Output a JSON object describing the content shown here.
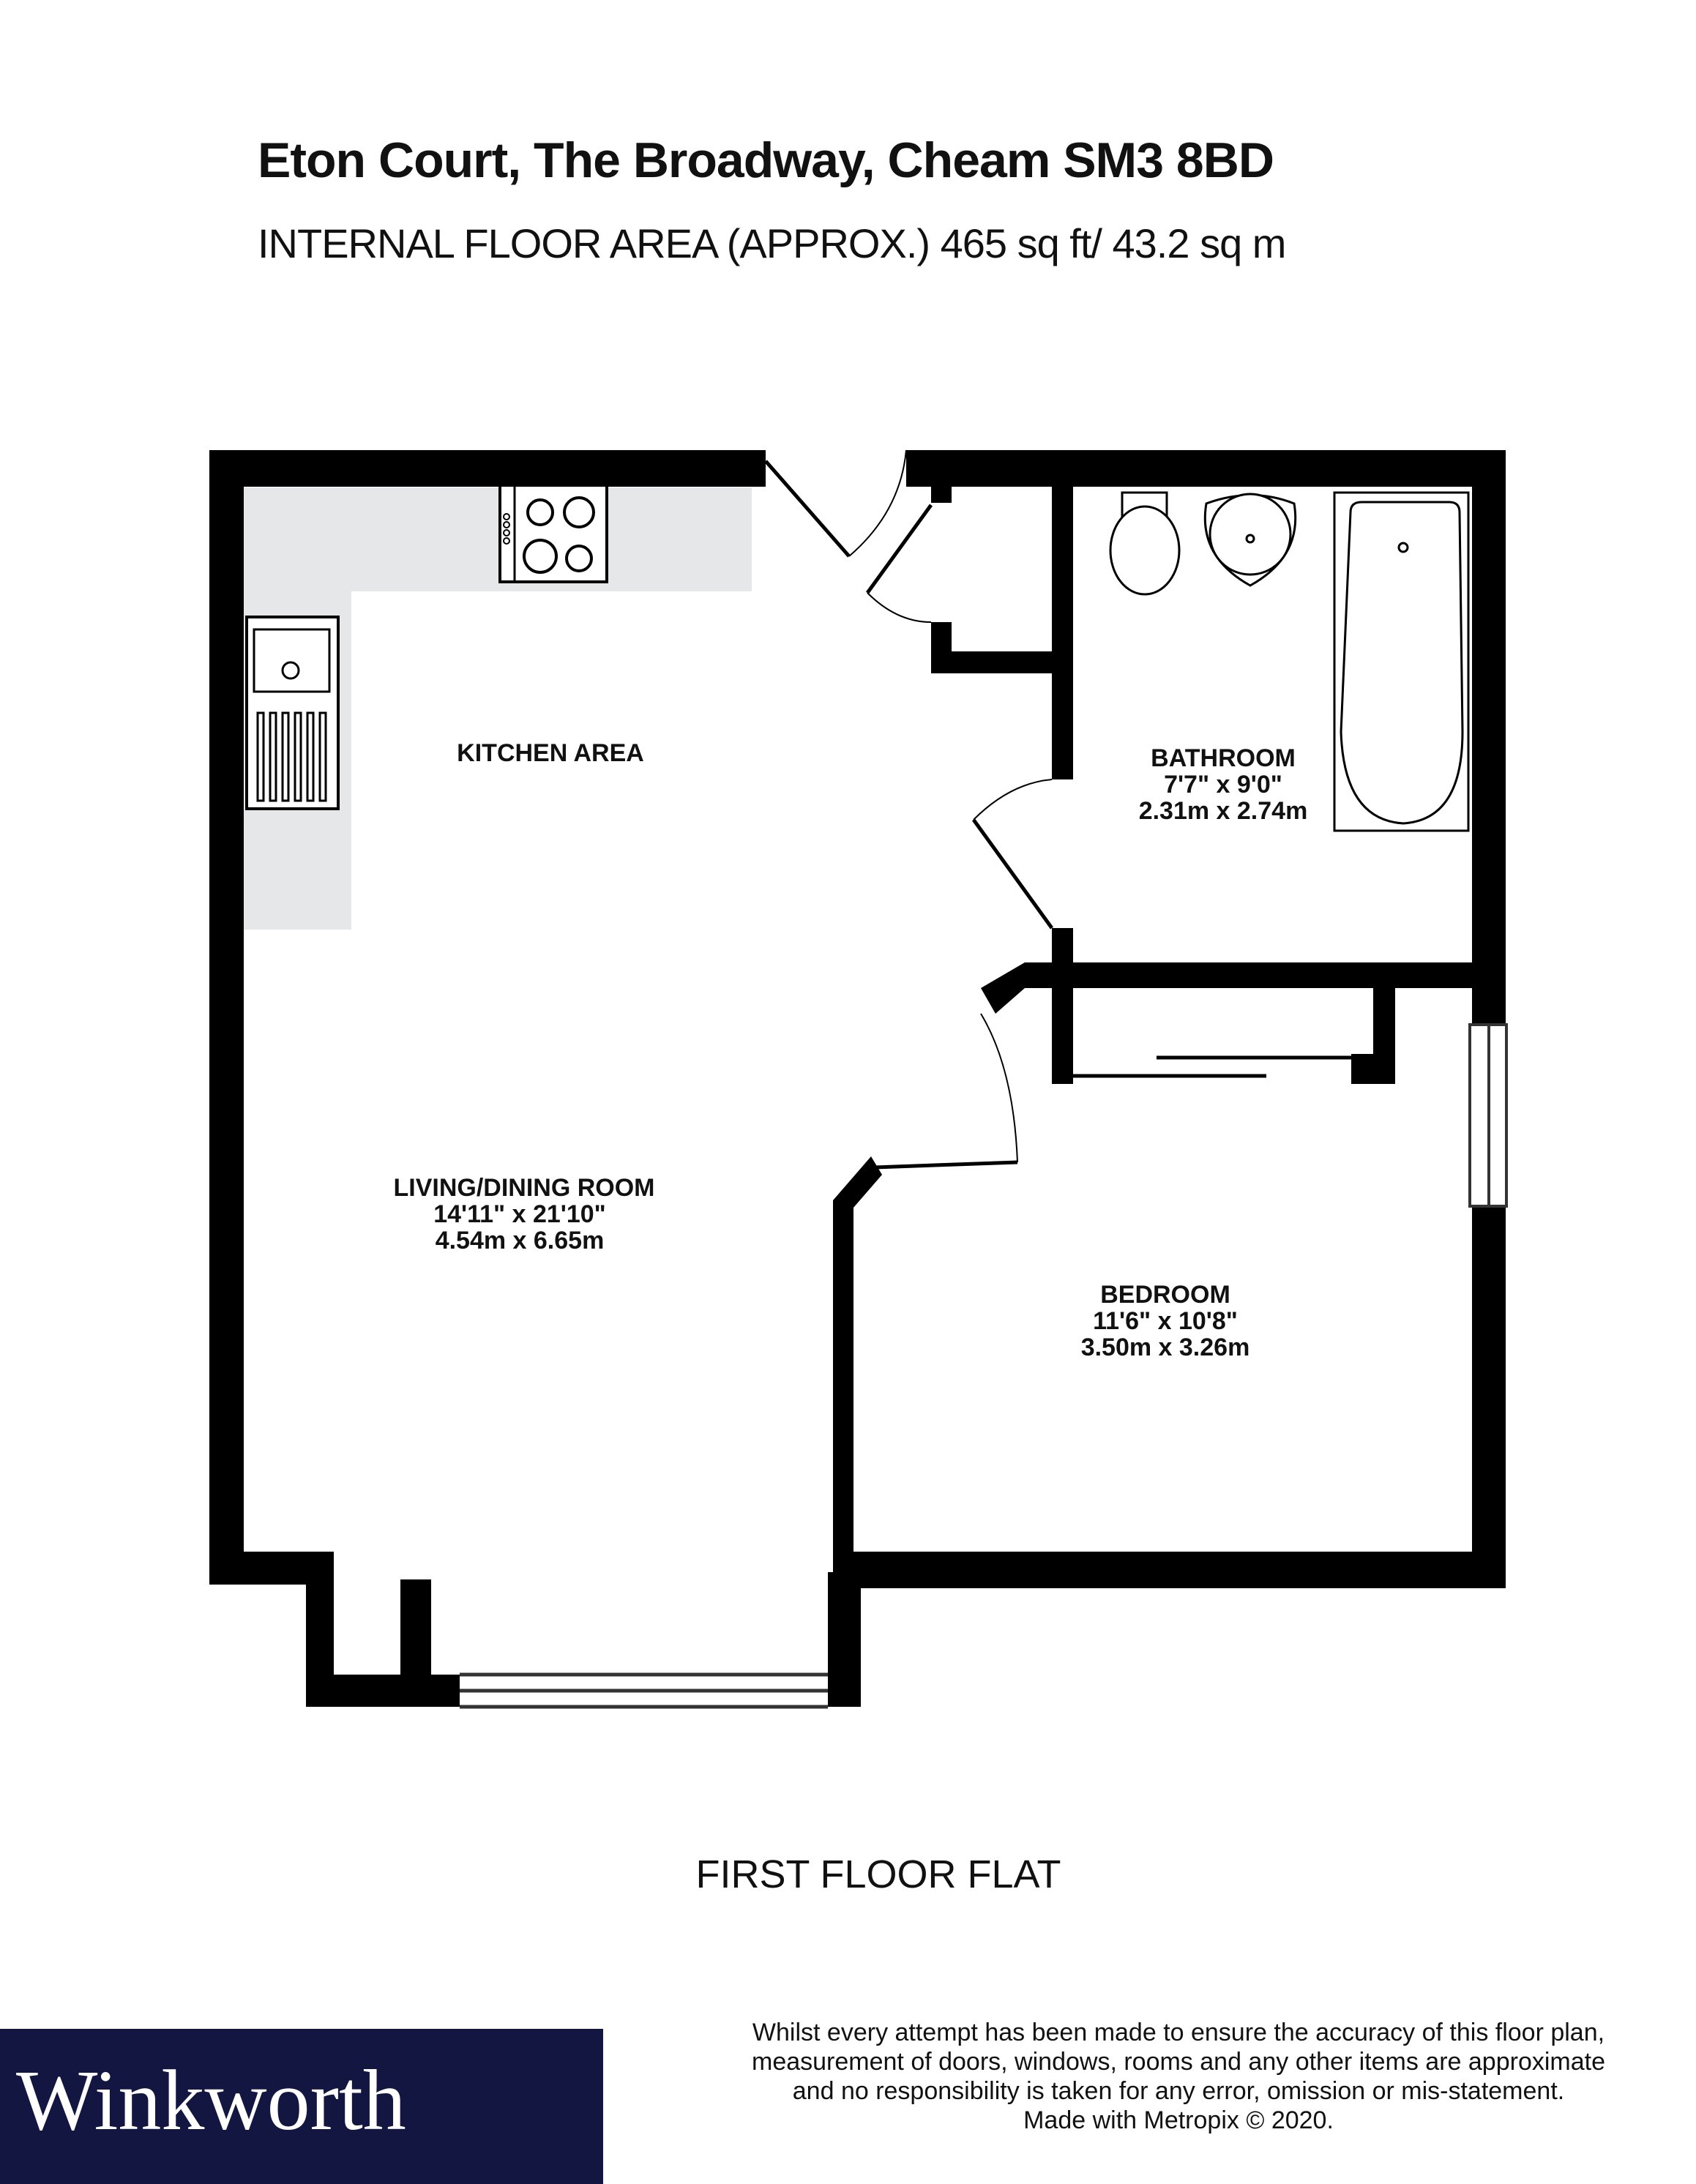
{
  "header": {
    "title": "Eton Court, The Broadway, Cheam SM3 8BD",
    "subtitle": "INTERNAL FLOOR AREA (APPROX.) 465 sq ft/ 43.2 sq m"
  },
  "rooms": [
    {
      "name": "KITCHEN AREA",
      "imperial": "",
      "metric": ""
    },
    {
      "name": "BATHROOM",
      "imperial": "7'7\"  x 9'0\"",
      "metric": "2.31m  x 2.74m"
    },
    {
      "name": "LIVING/DINING ROOM",
      "imperial": "14'11\"  x 21'10\"",
      "metric": "4.54m  x 6.65m"
    },
    {
      "name": "BEDROOM",
      "imperial": "11'6\"  x 10'8\"",
      "metric": "3.50m  x 3.26m"
    }
  ],
  "floor_label": "FIRST FLOOR FLAT",
  "brand": {
    "name": "Winkworth",
    "color": "#121640"
  },
  "disclaimer": [
    "Whilst every attempt has been made to ensure the accuracy of this floor plan,",
    "measurement of doors, windows, rooms and any other items are approximate",
    "and no responsibility is taken for any error, omission or mis-statement.",
    "Made with Metropix © 2020."
  ],
  "colors": {
    "wall": "#000000",
    "worktop": "#e6e7e9"
  }
}
